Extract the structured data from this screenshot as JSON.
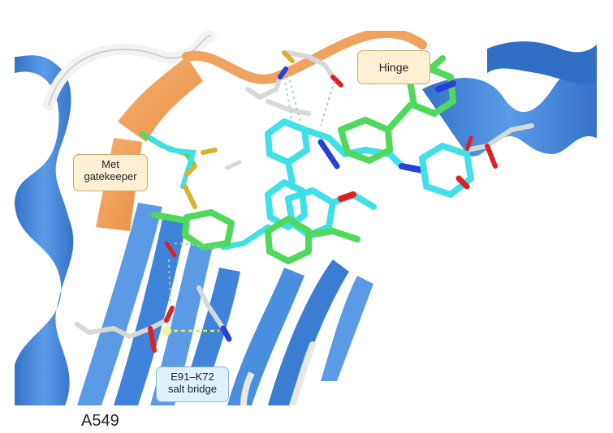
{
  "panel_label": "A549",
  "callouts": {
    "hinge": "Hinge",
    "gatekeeper_line1": "Met",
    "gatekeeper_line2": "gatekeeper",
    "salt_bridge_line1": "E91–K72",
    "salt_bridge_line2": "salt bridge"
  },
  "colors": {
    "protein_ribbon": "#4d8fe0",
    "protein_ribbon_dark": "#2f6fc4",
    "hinge_ribbon": "#f2a868",
    "ligand_cyan": "#3fe0e8",
    "ligand_green": "#4fd95a",
    "carbon_white": "#d9d9d9",
    "nitrogen": "#2a3fd6",
    "oxygen": "#e02020",
    "sulfur": "#d9b030",
    "hbond_dash": "#9fc8c8",
    "salt_bridge_dash": "#e8e840",
    "callout_orange_bg": "#fdf0d2",
    "callout_blue_bg": "#dff1fb"
  }
}
